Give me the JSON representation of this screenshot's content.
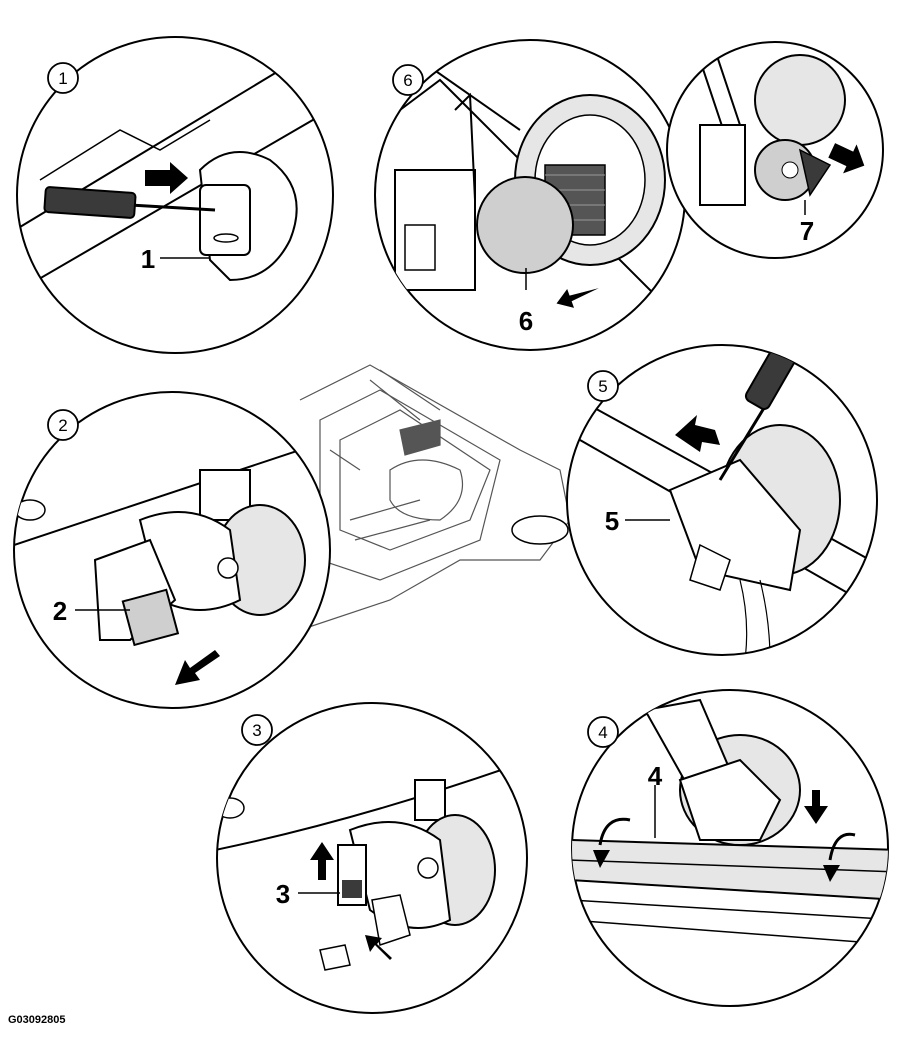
{
  "steps": [
    {
      "badge": "1",
      "callout": "1"
    },
    {
      "badge": "2",
      "callout": "2"
    },
    {
      "badge": "3",
      "callout": "3"
    },
    {
      "badge": "4",
      "callout": "4"
    },
    {
      "badge": "5",
      "callout": "5"
    },
    {
      "badge": "6",
      "callout": "6"
    },
    {
      "callout": "7"
    }
  ],
  "figure_id": "G03092805",
  "colors": {
    "ink": "#000000",
    "shade": "#cfcfcf",
    "light": "#e6e6e6",
    "dark": "#3a3a3a",
    "paper": "#ffffff"
  }
}
